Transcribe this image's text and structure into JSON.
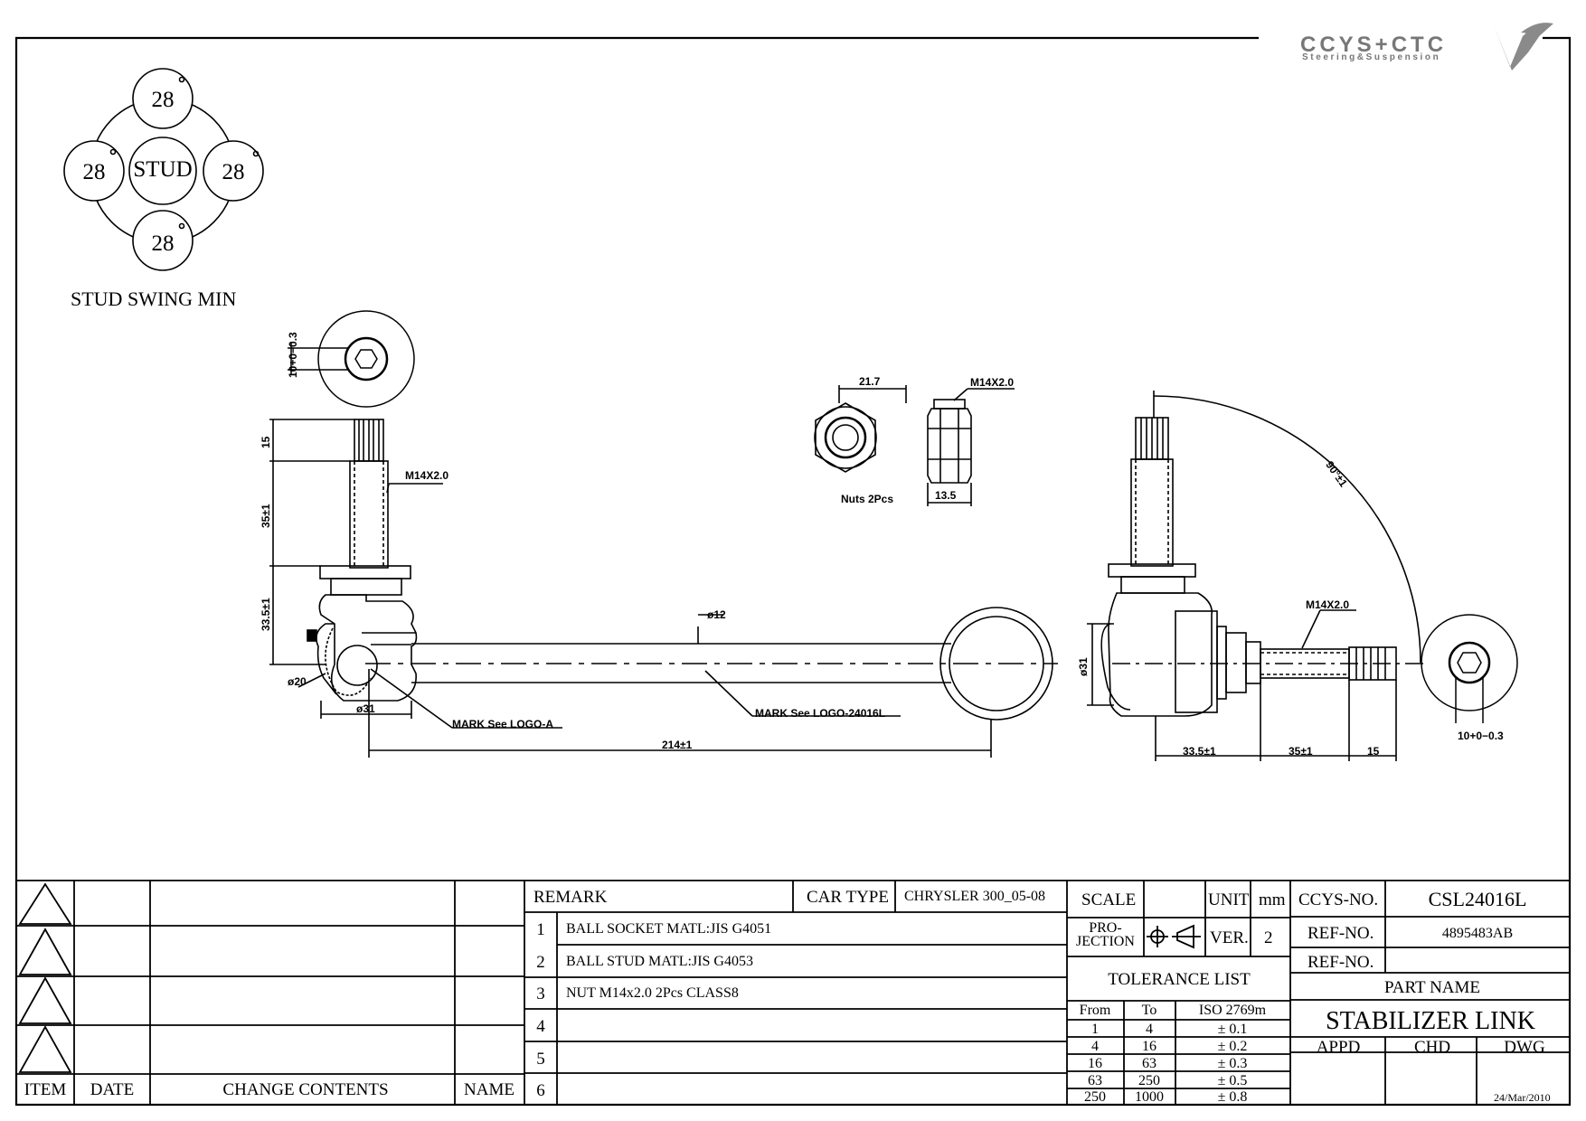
{
  "logo": {
    "brand": "CCYS+CTC",
    "tagline": "Steering&Suspension"
  },
  "swing": {
    "center": "STUD",
    "top": "28",
    "left": "28",
    "right": "28",
    "bottom": "28",
    "caption": "STUD SWING MIN"
  },
  "dims": {
    "hex_top_tol": "10+0−0.3",
    "stud_len_15": "15",
    "stud_len_35": "35±1",
    "stud_len_335": "33.5±1",
    "thread_left": "M14X2.0",
    "dia20": "ø20",
    "dia31_left": "ø31",
    "dia12": "ø12",
    "mark_logo_a": "MARK See LOGO-A",
    "mark_logo_part": "MARK See LOGO-24016L",
    "length_214": "214±1",
    "nut_width": "21.7",
    "nut_thread": "M14X2.0",
    "nut_height": "13.5",
    "nut_caption": "Nuts 2Pcs",
    "angle": "90°±1",
    "thread_right": "M14X2.0",
    "dia31_right": "ø31",
    "r_335": "33.5±1",
    "r_35": "35±1",
    "r_15": "15",
    "hex_right_tol": "10+0−0.3"
  },
  "revision": {
    "headers": [
      "ITEM",
      "DATE",
      "CHANGE CONTENTS",
      "NAME"
    ]
  },
  "remark": {
    "title": "REMARK",
    "items": [
      {
        "no": "1",
        "text": "BALL SOCKET MATL:JIS G4051"
      },
      {
        "no": "2",
        "text": "BALL STUD MATL:JIS G4053"
      },
      {
        "no": "3",
        "text": "NUT M14x2.0 2Pcs CLASS8"
      },
      {
        "no": "4",
        "text": ""
      },
      {
        "no": "5",
        "text": ""
      },
      {
        "no": "6",
        "text": ""
      }
    ]
  },
  "car": {
    "label": "CAR TYPE",
    "value": "CHRYSLER 300_05-08"
  },
  "scale": {
    "label": "SCALE",
    "value": ""
  },
  "unit": {
    "label": "UNIT",
    "value": "mm"
  },
  "projection": {
    "label": "PRO-\nJECTION"
  },
  "ver": {
    "label": "VER.",
    "value": "2"
  },
  "tolerance": {
    "title": "TOLERANCE LIST",
    "headers": [
      "From",
      "To",
      "ISO 2769m"
    ],
    "rows": [
      [
        "1",
        "4",
        "± 0.1"
      ],
      [
        "4",
        "16",
        "± 0.2"
      ],
      [
        "16",
        "63",
        "± 0.3"
      ],
      [
        "63",
        "250",
        "± 0.5"
      ],
      [
        "250",
        "1000",
        "± 0.8"
      ]
    ]
  },
  "ccys": {
    "label": "CCYS-NO.",
    "value": "CSL24016L"
  },
  "ref1": {
    "label": "REF-NO.",
    "value": "4895483AB"
  },
  "ref2": {
    "label": "REF-NO.",
    "value": ""
  },
  "part": {
    "label": "PART NAME",
    "value": "STABILIZER LINK"
  },
  "approval": {
    "appd": "APPD",
    "chd": "CHD",
    "dwg": "DWG",
    "date": "24/Mar/2010"
  }
}
